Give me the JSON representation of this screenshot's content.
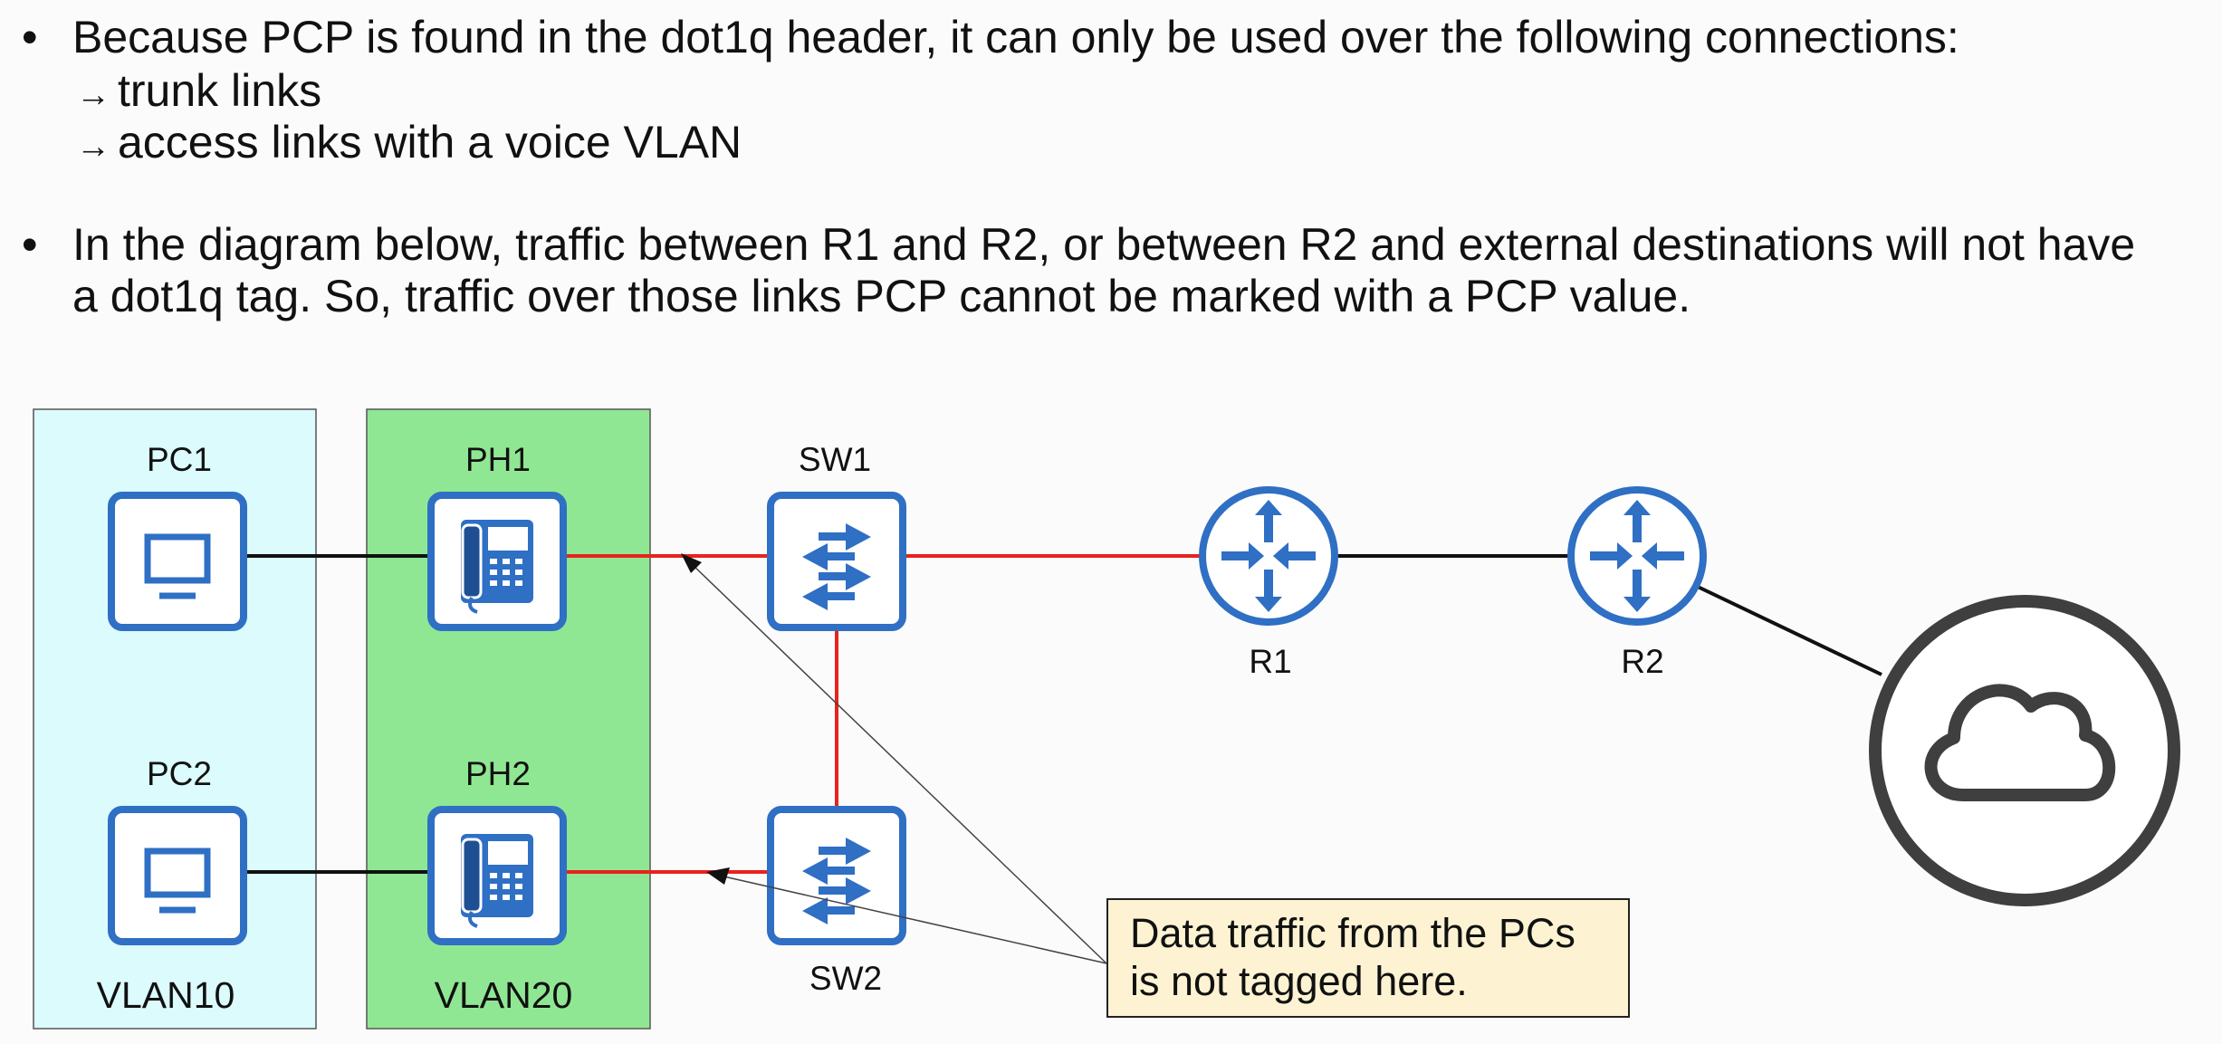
{
  "bullets": [
    {
      "text": "Because PCP is found in the dot1q header, it can only be used over the following connections:",
      "subs": [
        "trunk links",
        "access links with a voice VLAN"
      ]
    },
    {
      "line1": "In the diagram below, traffic between R1 and R2, or between R2 and external destinations will not have",
      "line2": "a dot1q tag.  So, traffic over those links PCP cannot be marked with a PCP value."
    }
  ],
  "bullet_glyph": "•",
  "arrow_glyph": "→",
  "diagram": {
    "vlans": [
      {
        "label": "VLAN10",
        "color": "#dbfbfd"
      },
      {
        "label": "VLAN20",
        "color": "#90e793"
      }
    ],
    "devices": {
      "pc1": "PC1",
      "pc2": "PC2",
      "ph1": "PH1",
      "ph2": "PH2",
      "sw1": "SW1",
      "sw2": "SW2",
      "r1": "R1",
      "r2": "R2"
    },
    "link_colors": {
      "tagged": "#e8231c",
      "untagged": "#111111"
    },
    "icon_color": "#2f6fc4"
  },
  "callout": {
    "line1": "Data traffic from the PCs",
    "line2": "is not tagged here."
  }
}
